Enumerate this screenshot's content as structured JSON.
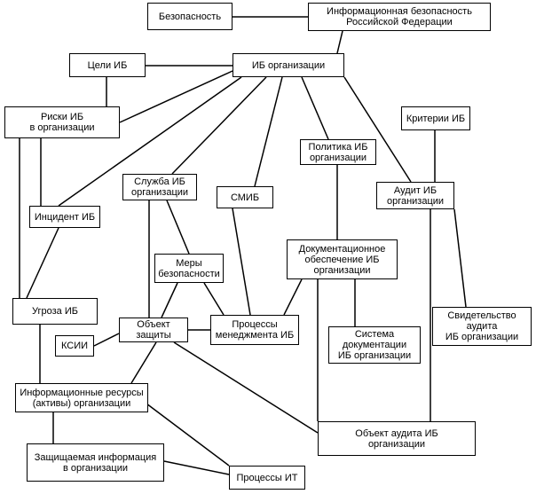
{
  "nodes": [
    {
      "id": "bezopasnost",
      "text": "Безопасность"
    },
    {
      "id": "ib_rf",
      "text": "Информационная безопасность\nРоссийской Федерации"
    },
    {
      "id": "celi_ib",
      "text": "Цели ИБ"
    },
    {
      "id": "ib_org",
      "text": "ИБ организации"
    },
    {
      "id": "riski_ib",
      "text": "Риски ИБ\nв организации"
    },
    {
      "id": "kriterii_ib",
      "text": "Критерии ИБ"
    },
    {
      "id": "politika_ib",
      "text": "Политика ИБ\nорганизации"
    },
    {
      "id": "sluzhba_ib",
      "text": "Служба ИБ\nорганизации"
    },
    {
      "id": "smib",
      "text": "СМИБ"
    },
    {
      "id": "audit_ib",
      "text": "Аудит ИБ\nорганизации"
    },
    {
      "id": "incident_ib",
      "text": "Инцидент ИБ"
    },
    {
      "id": "mery_bez",
      "text": "Меры\nбезопасности"
    },
    {
      "id": "doc_obesp",
      "text": "Документационное\nобеспечение ИБ\nорганизации"
    },
    {
      "id": "ugroza_ib",
      "text": "Угроза ИБ"
    },
    {
      "id": "obekt_zashity",
      "text": "Объект\nзащиты"
    },
    {
      "id": "processy_menedzh",
      "text": "Процессы\nменеджмента ИБ"
    },
    {
      "id": "svidetelstvo",
      "text": "Свидетельство\nаудита\nИБ организации"
    },
    {
      "id": "ksii",
      "text": "КСИИ"
    },
    {
      "id": "sistema_doc",
      "text": "Система\nдокументации\nИБ организации"
    },
    {
      "id": "info_resursy",
      "text": "Информационные ресурсы\n(активы) организации"
    },
    {
      "id": "obekt_audita",
      "text": "Объект аудита ИБ\nорганизации"
    },
    {
      "id": "zashish_info",
      "text": "Защищаемая информация\nв организации"
    },
    {
      "id": "processy_it",
      "text": "Процессы ИТ"
    }
  ]
}
